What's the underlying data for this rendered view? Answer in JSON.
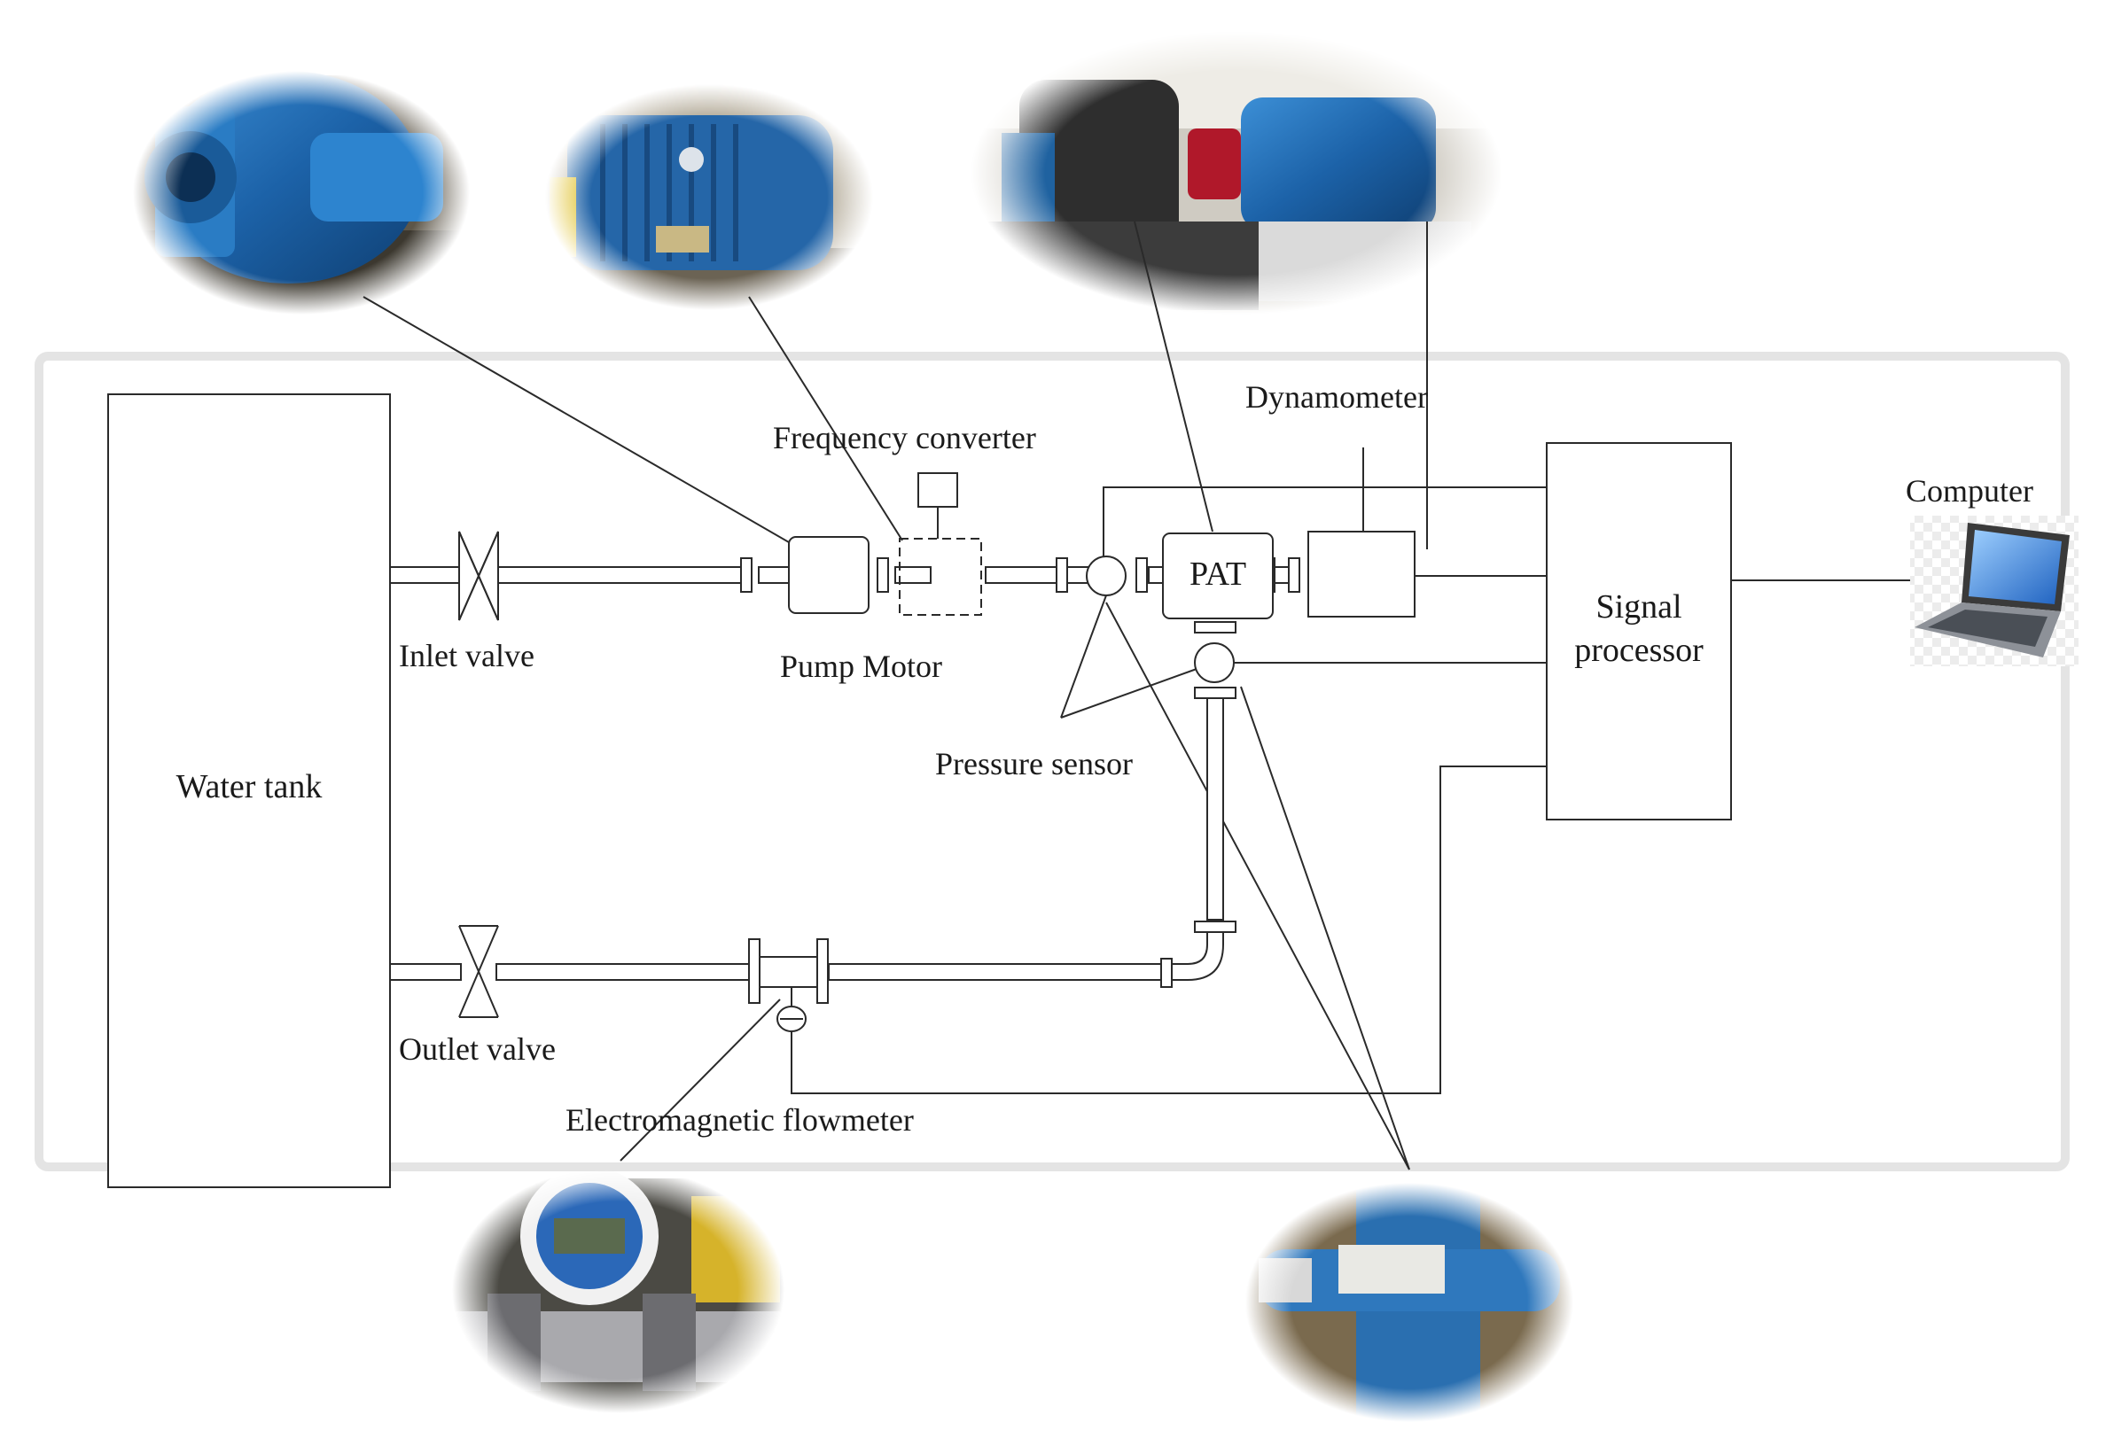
{
  "labels": {
    "water_tank": "Water tank",
    "inlet_valve": "Inlet valve",
    "outlet_valve": "Outlet valve",
    "pump_motor": "Pump Motor",
    "frequency_converter": "Frequency converter",
    "pat": "PAT",
    "dynamometer": "Dynamometer",
    "pressure_sensor": "Pressure sensor",
    "electromagnetic_flowmeter": "Electromagnetic flowmeter",
    "signal_processor_line1": "Signal",
    "signal_processor_line2": "processor",
    "computer": "Computer"
  },
  "photos": [
    {
      "name": "pump-photo",
      "depicts": "centrifugal pump"
    },
    {
      "name": "motor-photo",
      "depicts": "electric motor"
    },
    {
      "name": "pat-test-rig-photo",
      "depicts": "PAT with dynamometer"
    },
    {
      "name": "flowmeter-photo",
      "depicts": "electromagnetic flowmeter"
    },
    {
      "name": "pressure-sensor-photo",
      "depicts": "pressure transmitter"
    }
  ],
  "colors": {
    "line": "#2a2a2a",
    "equipment_blue": "#1f6fb5",
    "frame": "#e6e6e6",
    "laptop_screen": "#2f7fd8"
  }
}
